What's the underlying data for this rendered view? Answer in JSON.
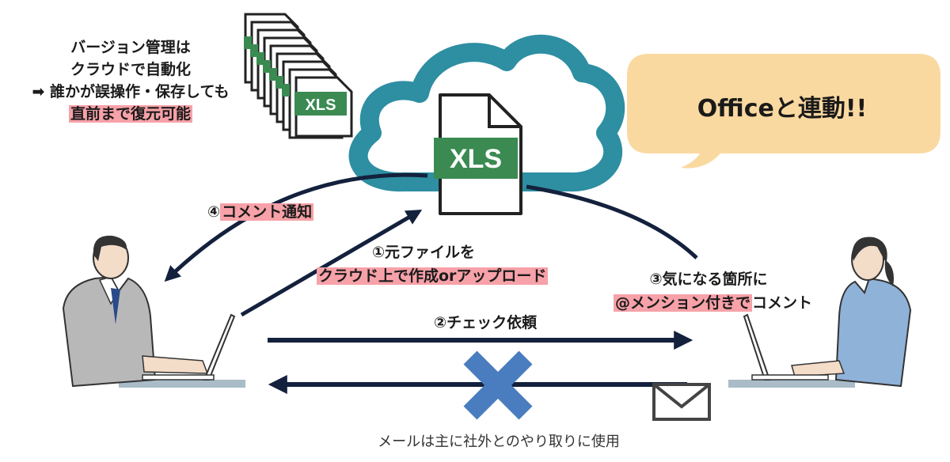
{
  "colors": {
    "cloud": "#2e8ea2",
    "xls_green": "#3a8a52",
    "arrow": "#14213d",
    "highlight": "#f7a1a8",
    "speech_bubble": "#fad9a0",
    "cross": "#4a7dbf",
    "desk": "#a9bcc8"
  },
  "icons": [
    "cloud-icon",
    "xls-file-icon",
    "file-stack-icon",
    "envelope-icon",
    "cross-icon",
    "arrow-right-icon"
  ],
  "version_note": {
    "line1": "バージョン管理は",
    "line2": "クラウドで自動化",
    "line3": "➡ 誰かが誤操作・保存しても",
    "line4": "直前まで復元可能"
  },
  "xls_label": "XLS",
  "speech": "Officeと連動!!",
  "step1": {
    "line1": "①元ファイルを",
    "line2": "クラウド上で作成orアップロード"
  },
  "step2": "②チェック依頼",
  "step3": {
    "line1": "③気になる箇所に",
    "line2_highlight": "@メンション付きで",
    "line2_rest": "コメント"
  },
  "step4": {
    "prefix": "④",
    "highlight": "コメント通知"
  },
  "mail_note": "メールは主に社外とのやり取りに使用"
}
